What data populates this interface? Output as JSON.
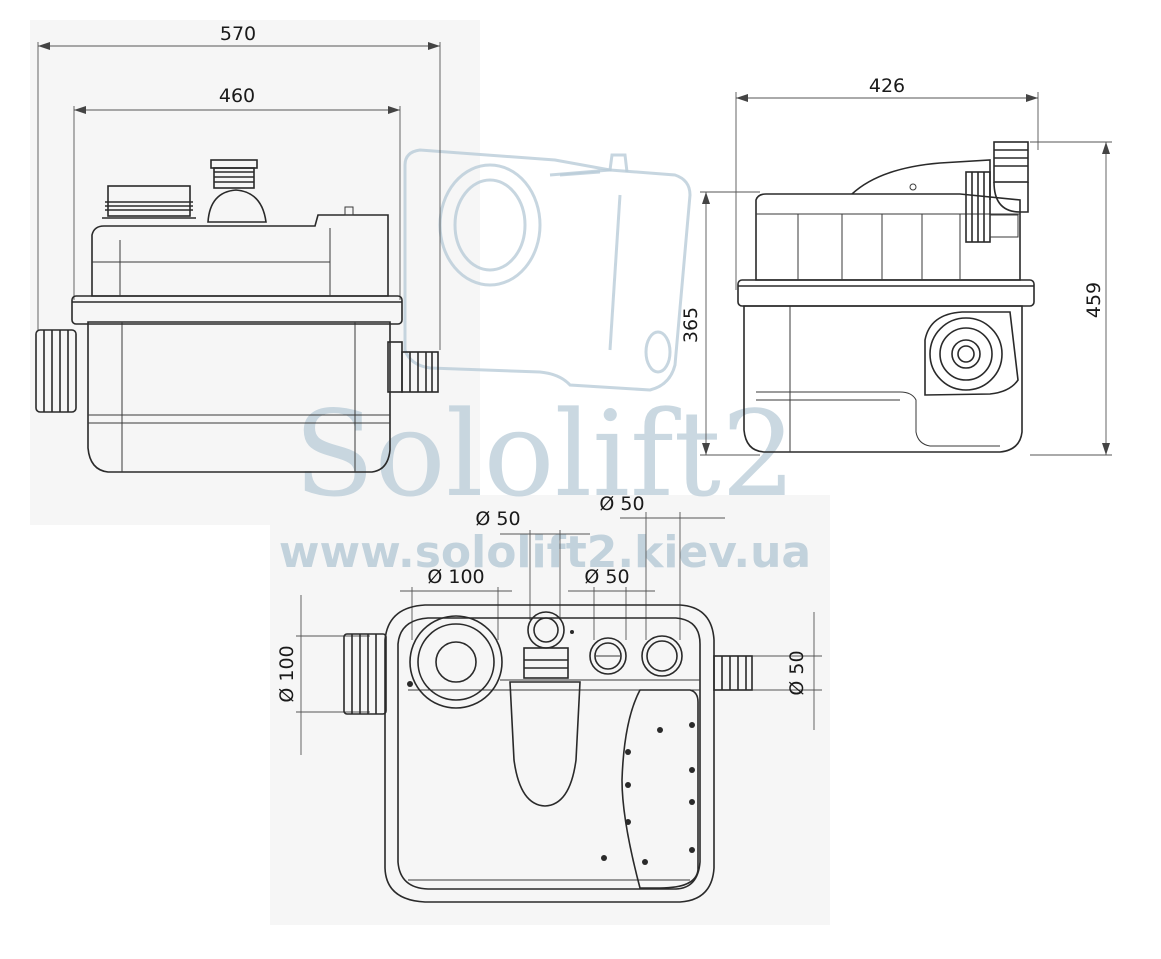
{
  "watermark": {
    "brand": "Sololift2",
    "url": "www.sololift2.kiev.ua"
  },
  "front_view": {
    "overall_width": "570",
    "body_width": "460"
  },
  "side_view": {
    "depth": "426",
    "overall_height": "459",
    "body_height": "365"
  },
  "top_view": {
    "inlet_large_left": "Ø 100",
    "inlet_large_top": "Ø 100",
    "inlet_small_a": "Ø 50",
    "inlet_small_b": "Ø 50",
    "inlet_small_c": "Ø 50",
    "outlet_right": "Ø 50"
  },
  "colors": {
    "ink": "#2a2a2a",
    "watermark": "#b9ccd8",
    "panel_bg": "#f4f4f4"
  }
}
